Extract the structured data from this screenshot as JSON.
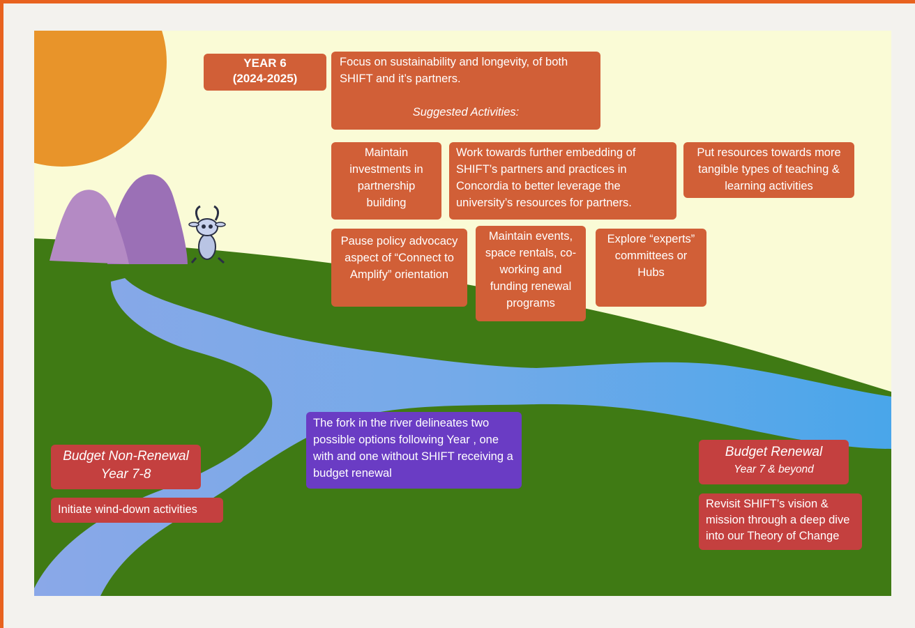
{
  "colors": {
    "frame": "#e8621f",
    "sky": "#fafbd6",
    "sun": "#e8942a",
    "grass": "#3f7a14",
    "river": "#7ea6e6",
    "mountain_light": "#b48ac4",
    "mountain_dark": "#9b70b6",
    "orange_box": "#d15f37",
    "red_box": "#c4403f",
    "purple_box": "#6a3cc4"
  },
  "year_label": {
    "line1": "YEAR 6",
    "line2": "(2024-2025)"
  },
  "focus": {
    "text": "Focus on sustainability and longevity, of both SHIFT and it’s partners.",
    "subheading": "Suggested Activities:"
  },
  "activities": [
    "Maintain investments in partnership building",
    "Work towards further embedding of SHIFT’s partners and practices in Concordia to better leverage the university’s resources for partners.",
    "Put resources towards more tangible types of teaching & learning activities",
    "Pause policy advocacy aspect of “Connect to Amplify” orientation",
    "Maintain events, space rentals, co-working and funding renewal programs",
    "Explore “experts” committees or Hubs"
  ],
  "fork_note": "The fork in the river delineates two possible options following Year , one with and one without SHIFT receiving a budget renewal",
  "non_renewal": {
    "title_line1": "Budget Non-Renewal",
    "title_line2": "Year 7-8",
    "action": "Initiate wind-down activities"
  },
  "renewal": {
    "title": "Budget Renewal",
    "subtitle": "Year 7 & beyond",
    "action": "Revisit SHIFT’s vision & mission through a deep dive into our Theory of Change"
  }
}
